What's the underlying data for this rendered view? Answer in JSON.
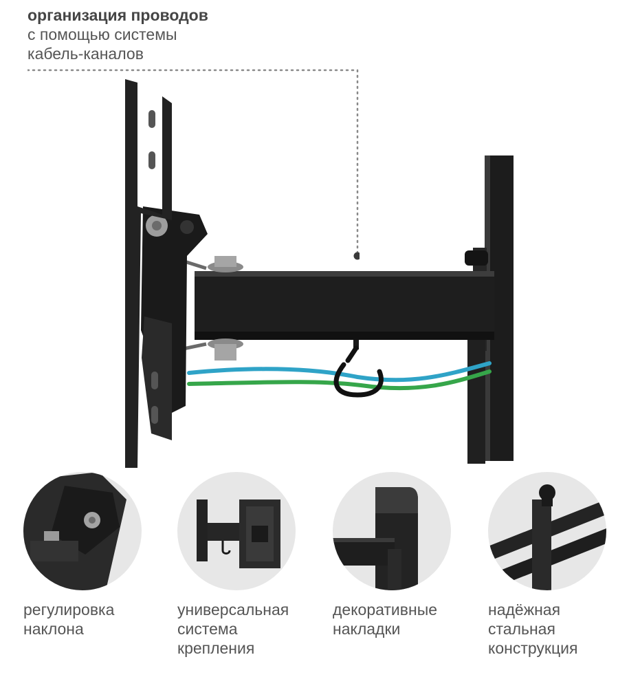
{
  "callout": {
    "title": "организация проводов",
    "lines": [
      "с помощью системы",
      "кабель-каналов"
    ]
  },
  "features": [
    {
      "icon": "tilt-adjust-photo-icon",
      "caption": "регулировка\nнаклона"
    },
    {
      "icon": "universal-mount-photo-icon",
      "caption": "универсальная\nсистема\nкрепления"
    },
    {
      "icon": "decorative-cover-photo-icon",
      "caption": "декоративные\nнакладки"
    },
    {
      "icon": "steel-construction-photo-icon",
      "caption": "надёжная\nстальная\nконструкция"
    }
  ],
  "colors": {
    "steel": "#1f1f1f",
    "cable_blue": "#2fa3c7",
    "cable_green": "#36a64a",
    "text": "#555555",
    "thumb_bg": "#e7e7e7"
  }
}
